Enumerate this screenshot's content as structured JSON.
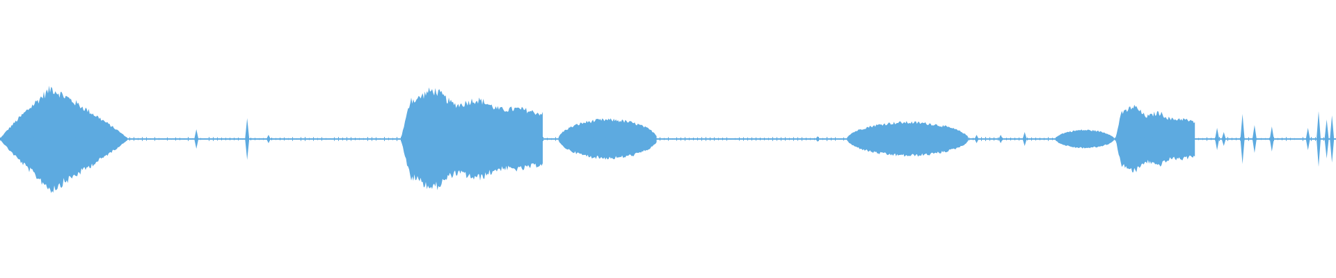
{
  "waveform": {
    "color": "#5DAAE0",
    "background": "#ffffff",
    "duration_fraction_segments": [
      {
        "start": 0.0,
        "end": 0.096,
        "shape": "diamond",
        "amp": 0.4
      },
      {
        "start": 0.3,
        "end": 0.407,
        "shape": "decay",
        "amp": 0.36
      },
      {
        "start": 0.418,
        "end": 0.492,
        "shape": "blob",
        "amp": 0.15
      },
      {
        "start": 0.634,
        "end": 0.725,
        "shape": "blob",
        "amp": 0.13
      },
      {
        "start": 0.79,
        "end": 0.834,
        "shape": "blob",
        "amp": 0.07
      },
      {
        "start": 0.835,
        "end": 0.895,
        "shape": "decay",
        "amp": 0.24
      }
    ],
    "spikes": [
      {
        "pos": 0.147,
        "amp": 0.07
      },
      {
        "pos": 0.185,
        "amp": 0.15
      },
      {
        "pos": 0.201,
        "amp": 0.03
      },
      {
        "pos": 0.612,
        "amp": 0.02
      },
      {
        "pos": 0.731,
        "amp": 0.03
      },
      {
        "pos": 0.749,
        "amp": 0.03
      },
      {
        "pos": 0.767,
        "amp": 0.05
      },
      {
        "pos": 0.911,
        "amp": 0.08
      },
      {
        "pos": 0.916,
        "amp": 0.05
      },
      {
        "pos": 0.93,
        "amp": 0.18
      },
      {
        "pos": 0.939,
        "amp": 0.1
      },
      {
        "pos": 0.952,
        "amp": 0.09
      },
      {
        "pos": 0.979,
        "amp": 0.08
      },
      {
        "pos": 0.987,
        "amp": 0.2
      },
      {
        "pos": 0.993,
        "amp": 0.14
      },
      {
        "pos": 0.997,
        "amp": 0.17
      }
    ]
  }
}
